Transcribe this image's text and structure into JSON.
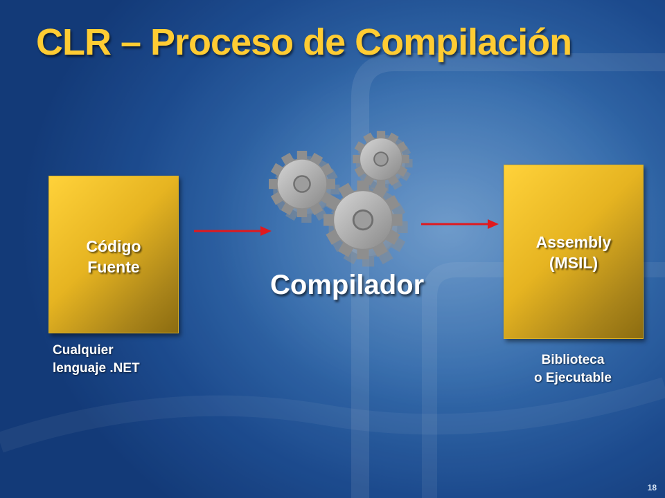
{
  "slide": {
    "title": "CLR – Proceso de Compilación",
    "page_number": "18"
  },
  "source_box": {
    "line1": "Código",
    "line2": "Fuente",
    "caption_line1": "Cualquier",
    "caption_line2": "lenguaje .NET"
  },
  "compiler": {
    "label": "Compilador"
  },
  "assembly_box": {
    "line1": "Assembly",
    "line2": "(MSIL)",
    "caption_line1": "Biblioteca",
    "caption_line2": "o Ejecutable"
  },
  "colors": {
    "title": "#ffcc33",
    "box_gold": "#e6b421",
    "arrow_red": "#e0191e",
    "background_blue": "#2a64a8"
  }
}
